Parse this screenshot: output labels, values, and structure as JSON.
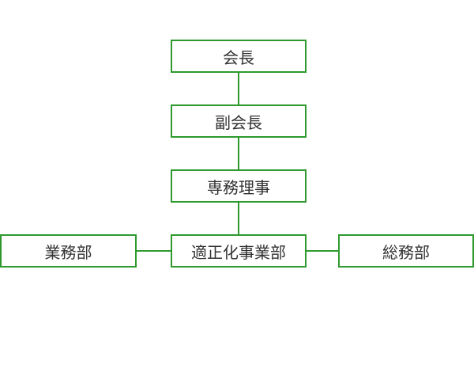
{
  "org_chart": {
    "nodes": {
      "chairman": "会長",
      "vice_chairman": "副会長",
      "managing_director": "専務理事",
      "compliance_dept": "適正化事業部",
      "business_dept": "業務部",
      "general_affairs_dept": "総務部"
    },
    "colors": {
      "border": "#2e9a2e",
      "text": "#333333",
      "background": "#ffffff"
    }
  }
}
